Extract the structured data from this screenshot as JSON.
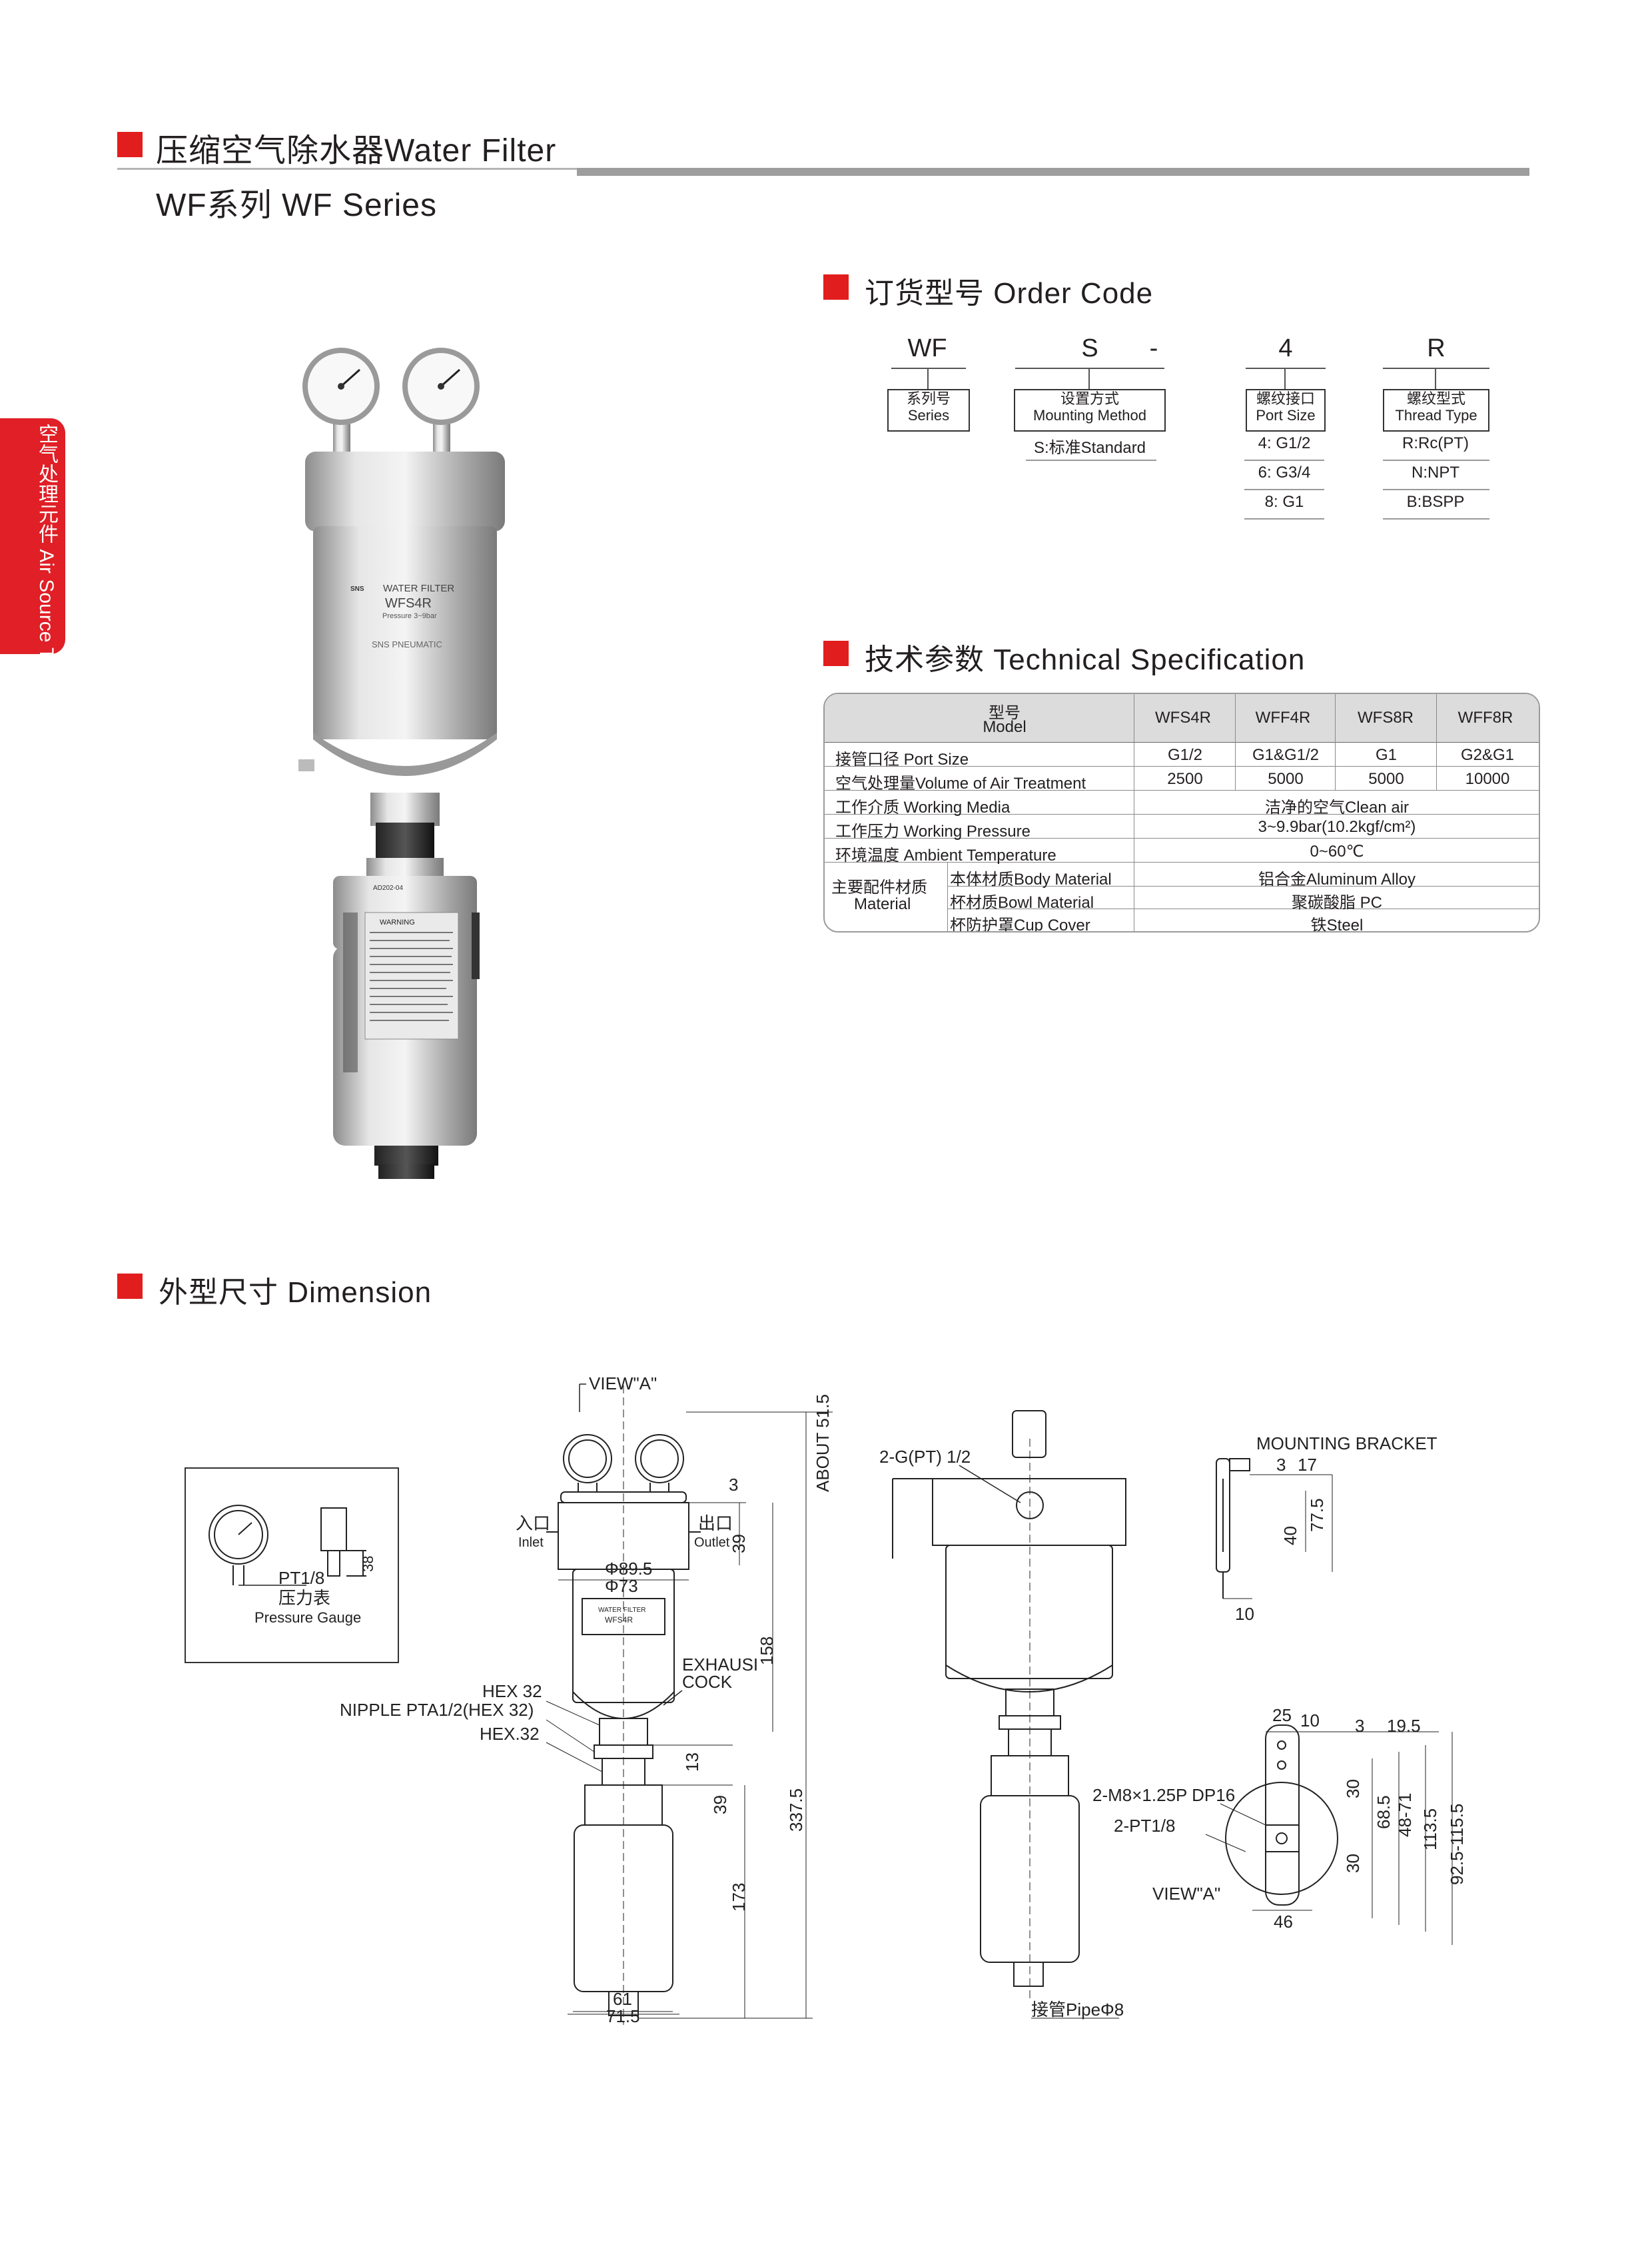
{
  "header": {
    "title": "压缩空气除水器Water Filter",
    "series": "WF系列 WF Series"
  },
  "side_tab": {
    "label": "空气处理元件 Air Source Treatment"
  },
  "product_photo": {
    "label_brand": "SNS",
    "label_name": "WATER FILTER",
    "label_model": "WFS4R",
    "label_pressure": "Pressure 3~9bar",
    "label_maker": "SNS PNEUMATIC",
    "lower_model": "AD202-04",
    "warning": "WARNING"
  },
  "order_code": {
    "title": "订货型号 Order Code",
    "codes": [
      "WF",
      "S",
      "-",
      "4",
      "R"
    ],
    "series_label": "系列号",
    "series_label_en": "Series",
    "mounting_label": "设置方式",
    "mounting_label_en": "Mounting Method",
    "mounting_options": [
      "S:标准Standard"
    ],
    "port_label": "螺纹接口",
    "port_label_en": "Port Size",
    "port_options": [
      "4: G1/2",
      "6: G3/4",
      "8: G1"
    ],
    "thread_label": "螺纹型式",
    "thread_label_en": "Thread Type",
    "thread_options": [
      "R:Rc(PT)",
      "N:NPT",
      "B:BSPP"
    ]
  },
  "spec": {
    "title": "技术参数 Technical Specification",
    "model_header_cn": "型号",
    "model_header_en": "Model",
    "models": [
      "WFS4R",
      "WFF4R",
      "WFS8R",
      "WFF8R"
    ],
    "rows": [
      {
        "label": "接管口径 Port Size",
        "values": [
          "G1/2",
          "G1&G1/2",
          "G1",
          "G2&G1"
        ]
      },
      {
        "label": "空气处理量Volume of Air Treatment",
        "values": [
          "2500",
          "5000",
          "5000",
          "10000"
        ]
      },
      {
        "label": "工作介质 Working Media",
        "merged": "洁净的空气Clean air"
      },
      {
        "label": "工作压力 Working Pressure",
        "merged": "3~9.9bar(10.2kgf/cm²)"
      },
      {
        "label": "环境温度 Ambient Temperature",
        "merged": "0~60℃"
      }
    ],
    "material_label_cn": "主要配件材质",
    "material_label_en": "Material",
    "material_rows": [
      {
        "label": "本体材质Body Material",
        "merged": "铝合金Aluminum Alloy"
      },
      {
        "label": "杯材质Bowl Material",
        "merged": "聚碳酸脂 PC"
      },
      {
        "label": "杯防护罩Cup Cover",
        "merged": "铁Steel"
      }
    ]
  },
  "dimension": {
    "title": "外型尺寸 Dimension",
    "view_a": "VIEW\"A\"",
    "about": "ABOUT 51.5",
    "gauge_pt": "PT1/8",
    "gauge_cn": "压力表",
    "gauge_en": "Pressure Gauge",
    "gauge_38": "38",
    "inlet_cn": "入口",
    "inlet_en": "Inlet",
    "outlet_cn": "出口",
    "outlet_en": "Outlet",
    "d3": "3",
    "d39a": "39",
    "phi895": "Φ89.5",
    "phi73": "Φ73",
    "d158": "158",
    "exhaust": "EXHAUSI",
    "cock": "COCK",
    "hex32": "HEX 32",
    "nipple": "NIPPLE PTA1/2(HEX 32)",
    "hex32b": "HEX.32",
    "d13": "13",
    "d39b": "39",
    "d3375": "337.5",
    "d173": "173",
    "d61": "61",
    "d715": "71.5",
    "g_pt": "2-G(PT) 1/2",
    "pipe": "接管PipeΦ8",
    "bracket": "MOUNTING BRACKET",
    "b3": "3",
    "b17": "17",
    "b40": "40",
    "b775": "77.5",
    "b10": "10",
    "v25": "25",
    "v10": "10",
    "v3": "3",
    "v195": "19.5",
    "m8": "2-M8×1.25P DP16",
    "pt18": "2-PT1/8",
    "v30a": "30",
    "v685": "68.5",
    "v4871": "48-71",
    "v1135": "113.5",
    "v925": "92.5-115.5",
    "v30b": "30",
    "v46": "46",
    "view_a2": "VIEW\"A\"",
    "mini_label": "WATER FILTER",
    "mini_model": "WFS4R"
  }
}
